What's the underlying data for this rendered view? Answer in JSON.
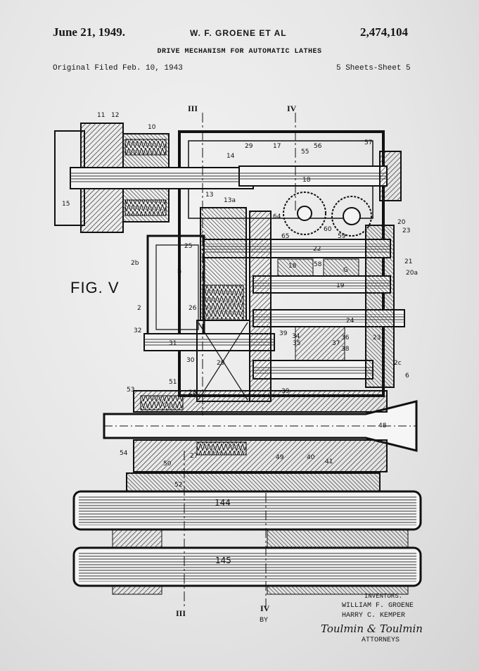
{
  "header": {
    "date": "June 21, 1949.",
    "inventor_line": "W. F. GROENE ET AL",
    "patent_number": "2,474,104",
    "title": "DRIVE MECHANISM FOR AUTOMATIC LATHES",
    "filed": "Original Filed Feb. 10, 1943",
    "sheet": "5 Sheets-Sheet 5"
  },
  "figure_label": "FIG. V",
  "section_marks": {
    "top_left": "III",
    "top_right": "IV",
    "bottom_left": "III",
    "bottom_right": "IV"
  },
  "drawing_labels": [
    "11",
    "12",
    "10",
    "14",
    "13",
    "13a",
    "15",
    "29",
    "17",
    "55",
    "56",
    "57",
    "18",
    "60",
    "59",
    "64",
    "65",
    "20",
    "23",
    "2b",
    "25",
    "B",
    "22",
    "21",
    "20a",
    "18",
    "58",
    "G",
    "19",
    "2",
    "26",
    "24",
    "32",
    "31",
    "39",
    "34",
    "35",
    "36",
    "37",
    "38",
    "23",
    "30",
    "29",
    "39",
    "2c",
    "6",
    "53",
    "51",
    "28",
    "48",
    "54",
    "50",
    "27",
    "49",
    "40",
    "41",
    "52",
    "144",
    "145"
  ],
  "credits": {
    "inventors_caption": "INVENTORS.",
    "inventor_1": "WILLIAM F. GROENE",
    "inventor_2": "HARRY C. KEMPER",
    "by": "BY",
    "attorney_signature": "Toulmin & Toulmin",
    "attorneys_caption": "ATTORNEYS"
  }
}
